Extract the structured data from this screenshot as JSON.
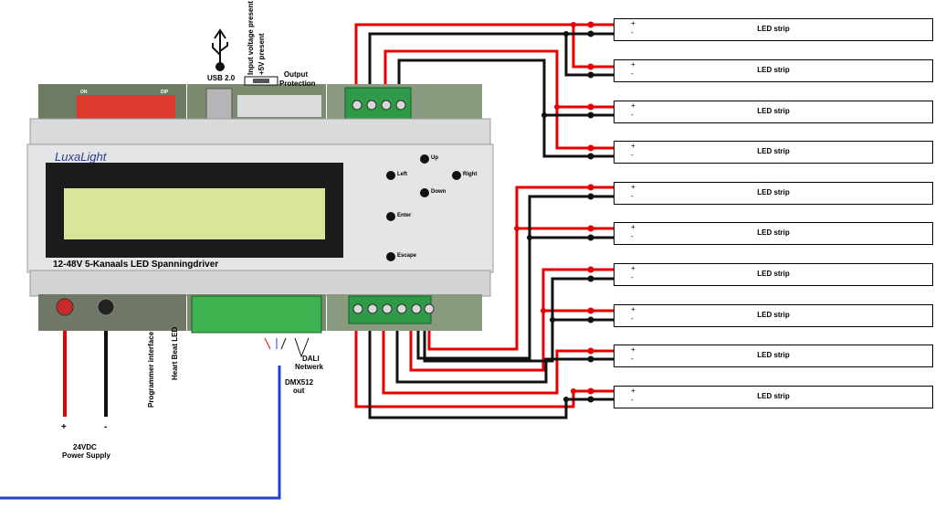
{
  "device": {
    "brand": "LuxaLight",
    "model": "12-48V 5-Kanaals LED Spanningdriver",
    "buttons": {
      "up": "Up",
      "left": "Left",
      "right": "Right",
      "down": "Down",
      "enter": "Enter",
      "escape": "Escape"
    },
    "dip_header": {
      "on": "ON",
      "dip": "DIP"
    }
  },
  "labels": {
    "usb": "USB 2.0",
    "input_voltage": "Input voltage present",
    "five_v": "+5V present",
    "output_protection": "Output Protection",
    "power_plus": "+",
    "power_minus": "-",
    "power_supply_1": "24VDC",
    "power_supply_2": "Power Supply",
    "programmer": "Programmer interface",
    "heartbeat": "Heart Beat LED",
    "dmx_1": "DMX512",
    "dmx_2": "out",
    "dali_1": "DALI",
    "dali_2": "Netwerk"
  },
  "strips": [
    {
      "label": "LED strip",
      "plus": "+",
      "minus": "-"
    },
    {
      "label": "LED strip",
      "plus": "+",
      "minus": "-"
    },
    {
      "label": "LED strip",
      "plus": "+",
      "minus": "-"
    },
    {
      "label": "LED strip",
      "plus": "+",
      "minus": "-"
    },
    {
      "label": "LED strip",
      "plus": "+",
      "minus": "-"
    },
    {
      "label": "LED strip",
      "plus": "+",
      "minus": "-"
    },
    {
      "label": "LED strip",
      "plus": "+",
      "minus": "-"
    },
    {
      "label": "LED strip",
      "plus": "+",
      "minus": "-"
    },
    {
      "label": "LED strip",
      "plus": "+",
      "minus": "-"
    },
    {
      "label": "LED strip",
      "plus": "+",
      "minus": "-"
    }
  ],
  "colors": {
    "positive_wire": "#e60000",
    "negative_wire": "#111111",
    "dmx_wire": "#1f3fd6",
    "lcd": "#d8e69a"
  }
}
